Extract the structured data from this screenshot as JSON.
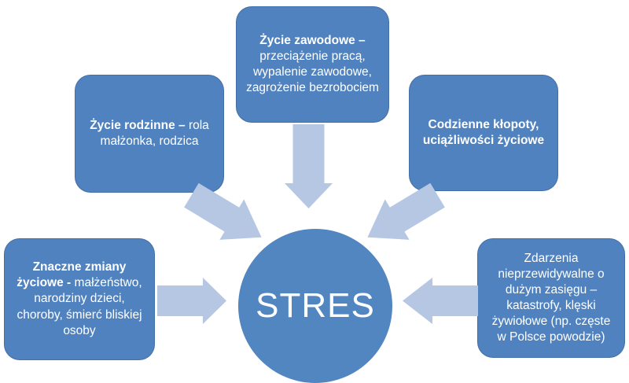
{
  "colors": {
    "box": "#4f82bf",
    "circle": "#5186c1",
    "arrow": "#b5c7e3",
    "text": "#ffffff",
    "background": "#ffffff"
  },
  "center": {
    "label": "STRES"
  },
  "nodes": [
    {
      "name": "work-life",
      "lead": "Życie zawodowe –",
      "rest": "przeciążenie pracą, wypalenie zawodowe, zagrożenie bezrobociem"
    },
    {
      "name": "family-life",
      "lead": "Życie rodzinne –",
      "rest": "rola małżonka, rodzica"
    },
    {
      "name": "daily-hassles",
      "lead": "Codzienne kłopoty, uciążliwości życiowe",
      "rest": ""
    },
    {
      "name": "major-life-changes",
      "lead": "Znaczne zmiany życiowe -",
      "rest": "małżeństwo, narodziny dzieci, choroby, śmierć bliskiej osoby"
    },
    {
      "name": "unpredictable-events",
      "lead": "",
      "rest": "Zdarzenia nieprzewidywalne o dużym zasięgu – katastrofy, klęski żywiołowe (np. częste w Polsce powodzie)"
    }
  ],
  "arrows": [
    {
      "name": "arrow-work-to-center",
      "direction": "down"
    },
    {
      "name": "arrow-family-to-center",
      "direction": "down-right"
    },
    {
      "name": "arrow-daily-to-center",
      "direction": "down-left"
    },
    {
      "name": "arrow-changes-to-center",
      "direction": "right"
    },
    {
      "name": "arrow-unpredictable-to-center",
      "direction": "left"
    }
  ]
}
